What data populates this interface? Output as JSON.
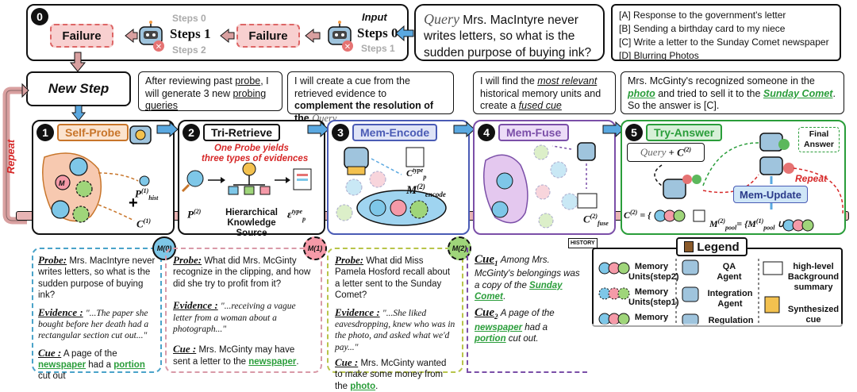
{
  "step0": {
    "num": "0",
    "input_label": "Input",
    "steps0_bold": "Steps 0",
    "steps1_gray": "Steps 1",
    "failure_a": "Failure",
    "failure_b": "Failure",
    "steps0_gray": "Steps 0",
    "steps1_bold": "Steps 1",
    "steps2_gray": "Steps 2"
  },
  "query": {
    "label": "Query",
    "text": "Mrs. MacIntyre never writes letters, so what is the sudden purpose of buying ink?"
  },
  "options": [
    "[A] Response to the government's letter",
    "[B] Sending a birthday card to my niece",
    "[C] Write a letter to the Sunday Comet newspaper",
    "[D] Blurring Photos"
  ],
  "new_step": "New Step",
  "repeat_left": "Repeat",
  "bubbles": {
    "b1a": "After reviewing past ",
    "b1b": "probe",
    "b1c": ", I will generate 3 new ",
    "b1d": "probing queries",
    "b2a": "I will create a cue from the retrieved evidence to ",
    "b2b": "complement the resolution of the",
    "b2c": "Query",
    "b3a": "I will find the ",
    "b3b": "most relevant",
    "b3c": " historical memory units and create a ",
    "b3d": "fused cue",
    "b4a": "Mrs. McGinty's recognized someone in the ",
    "b4b": "photo",
    "b4c": " and tried to sell it to the ",
    "b4d": "Sunday Comet",
    "b4e": ". So the answer is [C]."
  },
  "stages": {
    "s1": {
      "num": "1",
      "name": "Self-Probe",
      "p_hist": "P",
      "p_hist_sup": "(1)",
      "p_hist_sub": "hist",
      "c1": "C",
      "c1_sup": "(1)"
    },
    "s2": {
      "num": "2",
      "name": "Tri-Retrieve",
      "red_line1": "One Probe yields",
      "red_line2": "three types of evidences",
      "p2": "P",
      "p2_sup": "(2)",
      "hks1": "Hierarchical",
      "hks2": "Knowledge Source",
      "eps": "ε",
      "eps_sup": "type",
      "eps_sub": "p"
    },
    "s3": {
      "num": "3",
      "name": "Mem-Encode",
      "cp": "C",
      "cp_sup": "type",
      "cp_sub": "p",
      "menc": "M",
      "menc_sup": "(2)",
      "menc_sub": "encode"
    },
    "s4": {
      "num": "4",
      "name": "Mem-Fuse",
      "cf": "C",
      "cf_sup": "(2)",
      "cf_sub": "fuse"
    },
    "s5": {
      "num": "5",
      "name": "Try-Answer",
      "q": "Query",
      "plus_c": "+ C",
      "plus_c_sup": "(2)",
      "final": "Final Answer",
      "repeat": "Repeat",
      "memupdate": "Mem-Update",
      "c2_eq": "C",
      "c2_eq_sup": "(2)",
      "mpool": "M",
      "mpool_sup": "(2)",
      "mpool_sub": "pool",
      "mpool_eq": "= {M",
      "mpool_eq_sup": "(1)",
      "mpool_eq_sub": "pool"
    }
  },
  "badges": {
    "m0": "M(0)",
    "m1": "M(1)",
    "m2": "M(2)"
  },
  "cards": {
    "c1": {
      "probe_lbl": "Probe:",
      "probe": "Mrs. MacIntyre never writes letters, so what is the sudden purpose of buying ink?",
      "ev_lbl": "Evidence :",
      "ev": "\"...The paper she bought before her death had a rectangular section cut out...\"",
      "cue_lbl": "Cue :",
      "cue_a": "A page of the ",
      "cue_b": "newspaper",
      "cue_c": " had a ",
      "cue_d": "portion",
      "cue_e": " cut out"
    },
    "c2": {
      "probe_lbl": "Probe:",
      "probe": "What did Mrs. McGinty recognize in the clipping, and how did she try to profit from it?",
      "ev_lbl": "Evidence :",
      "ev": "\"...receiving a vague letter from a woman about a photograph...\"",
      "cue_lbl": "Cue :",
      "cue_a": "Mrs. McGinty may have sent a letter to the ",
      "cue_b": "newspaper",
      "cue_c": "."
    },
    "c3": {
      "probe_lbl": "Probe:",
      "probe": "What did Miss Pamela Hosford recall about a letter sent to the Sunday Comet?",
      "ev_lbl": "Evidence :",
      "ev": "\"...She liked eavesdropping, knew who was in the photo, and asked what we'd pay...\"",
      "cue_lbl": "Cue :",
      "cue_a": "Mrs. McGinty wanted to make some money from the ",
      "cue_b": "photo",
      "cue_c": "."
    },
    "c4": {
      "cue1_lbl": "Cue",
      "cue1_sub": "1",
      "cue1_a": "Among Mrs. McGinty's belongings was a copy of the ",
      "cue1_b": "Sunday Comet",
      "cue1_c": ".",
      "cue2_lbl": "Cue",
      "cue2_sub": "2",
      "cue2_a": "A page of the ",
      "cue2_b": "newspaper",
      "cue2_c": " had a ",
      "cue2_d": "portion",
      "cue2_e": " cut out."
    }
  },
  "legend": {
    "title": "Legend",
    "mu2": "Memory Units(step2)",
    "mu1": "Memory Units(step1)",
    "mu0": "Memory",
    "qa1": "QA",
    "qa2": "Agent",
    "int1": "Integration",
    "int2": "Agent",
    "reg": "Regulation",
    "hl1": "high-level",
    "hl2": "Background",
    "hl3": "summary",
    "syn1": "Synthesized",
    "syn2": "cue",
    "history": "HISTORY"
  },
  "colors": {
    "orange": "#c8752a",
    "green": "#2a9d3a",
    "blue_stage": "#4a5bb5",
    "purple": "#7b4fa8",
    "pink": "#d9a0a0",
    "red": "#d62828",
    "arrow_blue": "#5aa8e0",
    "card1": "#4aa3c9",
    "card2": "#d99aa8",
    "card3": "#b8c44a"
  }
}
